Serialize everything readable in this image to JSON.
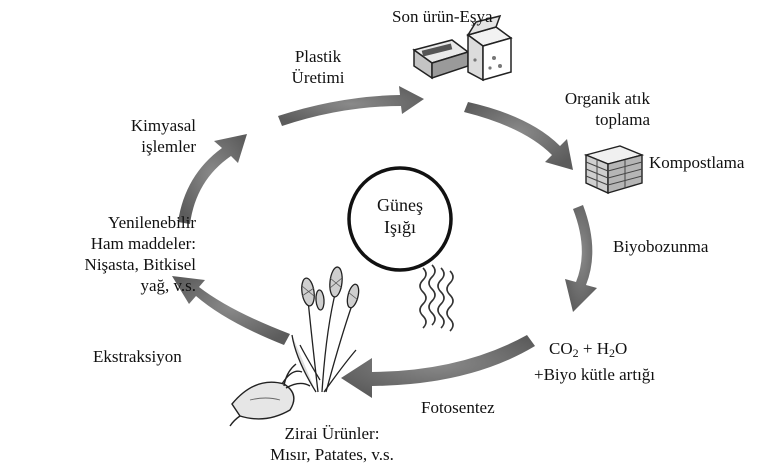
{
  "center": {
    "line1": "Güneş",
    "line2": "Işığı"
  },
  "stages": {
    "product": "Son ürün-Eşya",
    "organic_line1": "Organik atık",
    "organic_line2": "toplama",
    "compost": "Kompostlama",
    "biodeg": "Biyobozunma",
    "co2_prefix": "CO",
    "co2_sub": "2",
    "co2_mid": " + H",
    "h2o_sub": "2",
    "h2o_suffix": "O",
    "biomass": "+Biyo kütle artığı",
    "photo": "Fotosentez",
    "crops_line1": "Zirai Ürünler:",
    "crops_line2": "Mısır, Patates, v.s.",
    "extract": "Ekstraksiyon",
    "raw_line1": "Yenilenebilir",
    "raw_line2": "Ham maddeler:",
    "raw_line3": "Nişasta, Bitkisel",
    "raw_line4": "yağ, v.s.",
    "chem_line1": "Kimyasal",
    "chem_line2": "işlemler",
    "plastic_line1": "Plastik",
    "plastic_line2": "Üretimi"
  },
  "colors": {
    "arrow": "#6e6e6e",
    "ink": "#111111"
  },
  "icons": [
    "packaging-icon",
    "compost-bin-icon",
    "sunlight-waves-icon",
    "plant-icon",
    "root-vegetable-icon"
  ]
}
